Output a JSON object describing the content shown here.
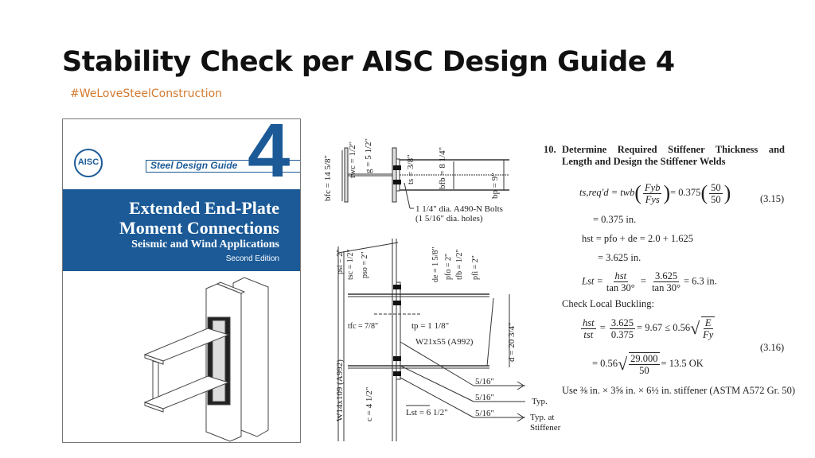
{
  "slide": {
    "title": "Stability Check per AISC Design Guide 4",
    "hashtag": "#WeLoveSteelConstruction",
    "accent_color": "#d47a2e"
  },
  "cover": {
    "logo_text": "AISC",
    "guide_number": "4",
    "series": "Steel Design Guide",
    "title_line1": "Extended End-Plate",
    "title_line2": "Moment Connections",
    "subtitle": "Seismic and Wind Applications",
    "edition": "Second Edition",
    "band_color": "#1b5a97"
  },
  "diagram": {
    "top": {
      "bfc": "bfc = 14 5/8\"",
      "twc": "twc = 1/2\"",
      "g": "g = 5 1/2\"",
      "ts": "ts = 3/8\"",
      "bfb": "bfb = 8 1/4\"",
      "bp": "bp = 9\"",
      "bolts": "1 1/4\" dia. A490-N Bolts",
      "holes": "(1 5/16\" dia. holes)"
    },
    "bottom": {
      "psi": "psi = 2\"",
      "tsc": "tsc = 1/2\"",
      "pso": "pso = 2\"",
      "de": "de = 1 5/8\"",
      "pfo": "pfo = 2\"",
      "tfb": "tfb = 1/2\"",
      "pfi": "pfi = 2\"",
      "tfc": "tfc = 7/8\"",
      "tp": "tp = 1 1/8\"",
      "beam": "W21x55 (A992)",
      "d": "d = 20 3/4\"",
      "column": "W14x109 (A992)",
      "c": "c = 4 1/2\"",
      "lst": "Lst = 6 1/2\"",
      "weld1": "5/16\"",
      "weld2": "5/16\"",
      "weld3": "5/16\"",
      "typ": "Typ.",
      "typ_at": "Typ. at",
      "stiffener": "Stiffener"
    }
  },
  "calc": {
    "heading_num": "10.",
    "heading_line1": "Determine Required Stiffener Thickness and",
    "heading_line2": "Length and Design the Stiffener Welds",
    "eq315_lhs": "ts,req'd = twb",
    "fyb": "Fyb",
    "fys": "Fys",
    "eq315_mid": "= 0.375",
    "n50": "50",
    "d50": "50",
    "eq315_no": "(3.15)",
    "eq315_result": "= 0.375 in.",
    "hst_line1": "hst  =  pfo + de = 2.0 + 1.625",
    "hst_line2": "=  3.625 in.",
    "lst_lhs": "Lst =",
    "lst_f1n": "hst",
    "lst_f1d": "tan 30°",
    "lst_f2n": "3.625",
    "lst_f2d": "tan 30°",
    "lst_result": "= 6.3 in.",
    "buckling_label": "Check Local Buckling:",
    "b_f1n": "hst",
    "b_f1d": "tst",
    "b_f2n": "3.625",
    "b_f2d": "0.375",
    "b_mid": "= 9.67 ≤ 0.56",
    "b_en": "E",
    "b_ed": "Fy",
    "eq316_no": "(3.16)",
    "b_line2_lhs": "= 0.56",
    "b_29n": "29.000",
    "b_29d": "50",
    "b_line2_res": "= 13.5 OK",
    "use_line": "Use ⅜ in. × 3⅝ in. × 6½ in. stiffener (ASTM A572 Gr. 50)"
  }
}
